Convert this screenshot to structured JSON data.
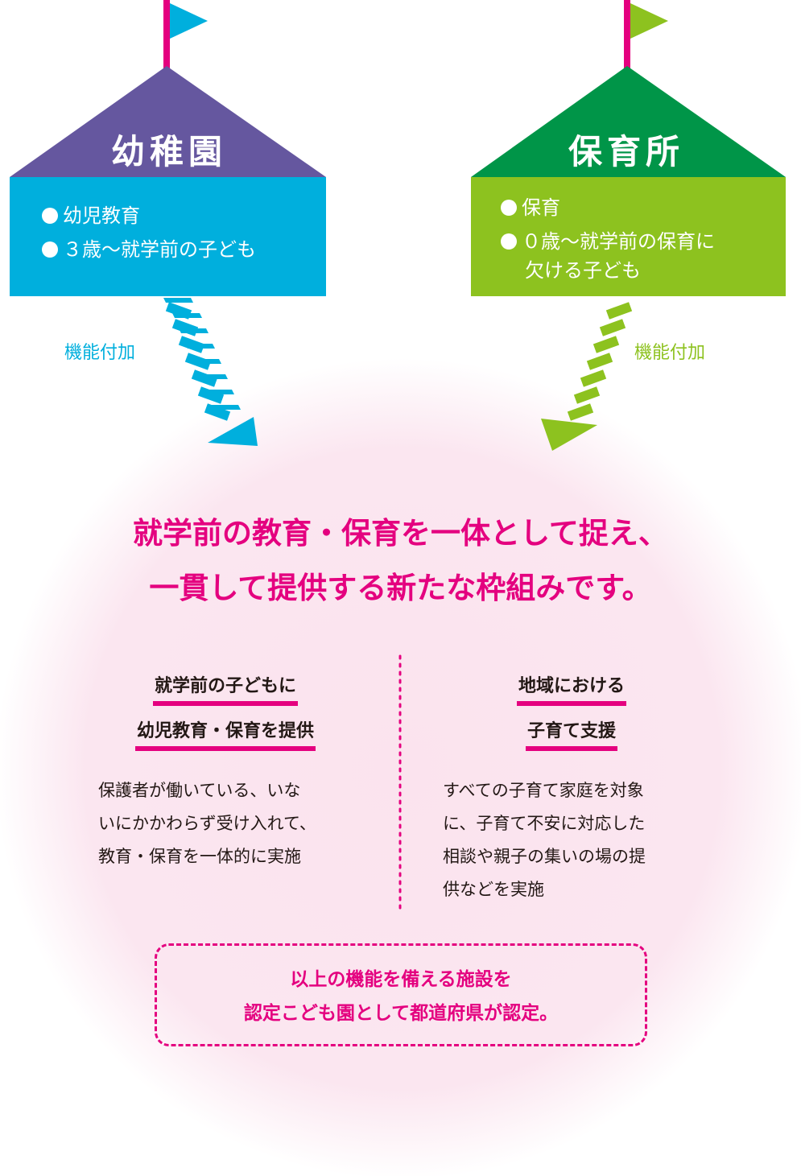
{
  "colors": {
    "kindergarten_roof": "#65579f",
    "kindergarten_body": "#00afdd",
    "nursery_roof": "#009548",
    "nursery_body": "#8dc21f",
    "accent_pink": "#e4007f",
    "circle_pink": "#fbe3ee"
  },
  "kindergarten": {
    "title": "幼稚園",
    "items": [
      "幼児教育",
      "３歳～就学前の子ども"
    ]
  },
  "nursery": {
    "title": "保育所",
    "items": [
      "保育",
      "０歳～就学前の保育に"
    ],
    "item_continuation": "欠ける子ども"
  },
  "arrows": {
    "left_label": "機能付加",
    "right_label": "機能付加"
  },
  "headline": {
    "line1": "就学前の教育・保育を一体として捉え、",
    "line2": "一貫して提供する新たな枠組みです。"
  },
  "left_column": {
    "heading_line1": "就学前の子どもに",
    "heading_line2": "幼児教育・保育を提供",
    "body_lines": [
      "保護者が働いている、いな",
      "いにかかわらず受け入れて、",
      "教育・保育を一体的に実施"
    ]
  },
  "right_column": {
    "heading_line1": "地域における",
    "heading_line2": "子育て支援",
    "body_lines": [
      "すべての子育て家庭を対象",
      "に、子育て不安に対応した",
      "相談や親子の集いの場の提",
      "供などを実施"
    ]
  },
  "conclusion": {
    "line1": "以上の機能を備える施設を",
    "line2": "認定こども園として都道府県が認定。"
  }
}
